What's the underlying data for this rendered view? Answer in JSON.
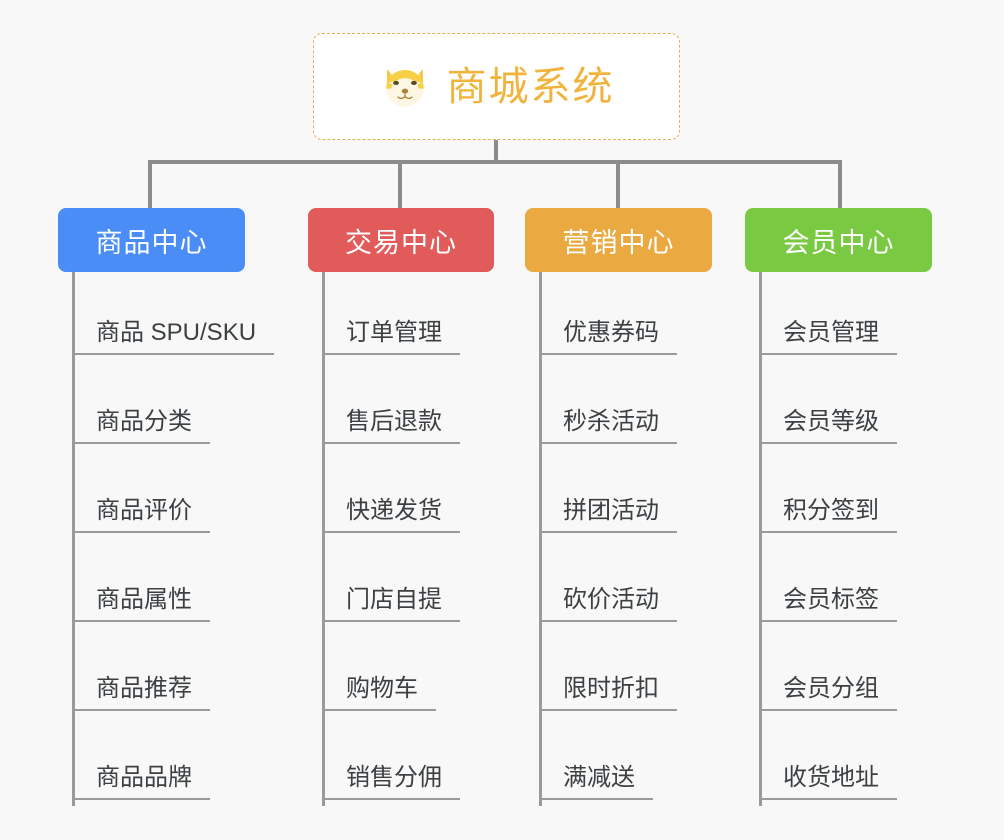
{
  "page": {
    "background_color": "#f8f8f8",
    "title": "商城系统 功能架构图"
  },
  "root": {
    "title": "商城系统",
    "icon": "shiba-dog-face-icon",
    "text_color": "#f0b43c",
    "border_color": "#e3b05a",
    "background_color": "#ffffff"
  },
  "connectors": {
    "color": "#8c8c8c"
  },
  "columns": [
    {
      "id": "product-center",
      "title": "商品中心",
      "color": "#4a8df6",
      "text_color": "#ffffff",
      "items": [
        "商品 SPU/SKU",
        "商品分类",
        "商品评价",
        "商品属性",
        "商品推荐",
        "商品品牌"
      ]
    },
    {
      "id": "trade-center",
      "title": "交易中心",
      "color": "#e25b5b",
      "text_color": "#ffffff",
      "items": [
        "订单管理",
        "售后退款",
        "快递发货",
        "门店自提",
        "购物车",
        "销售分佣"
      ]
    },
    {
      "id": "marketing-center",
      "title": "营销中心",
      "color": "#eaa941",
      "text_color": "#ffffff",
      "items": [
        "优惠券码",
        "秒杀活动",
        "拼团活动",
        "砍价活动",
        "限时折扣",
        "满减送"
      ]
    },
    {
      "id": "member-center",
      "title": "会员中心",
      "color": "#7ac943",
      "text_color": "#ffffff",
      "items": [
        "会员管理",
        "会员等级",
        "积分签到",
        "会员标签",
        "会员分组",
        "收货地址"
      ]
    }
  ]
}
